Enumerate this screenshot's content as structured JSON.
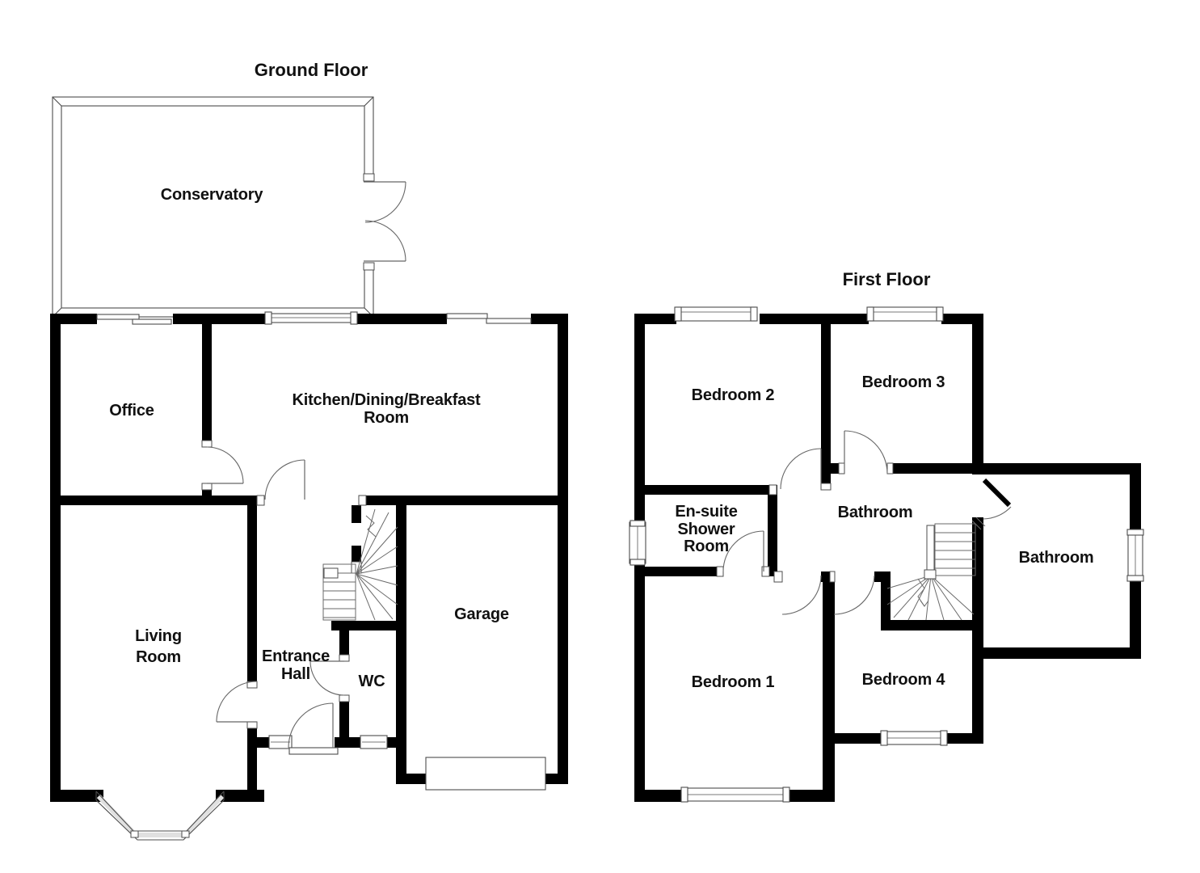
{
  "colors": {
    "wall": "#000000",
    "line": "#4d4d4d",
    "text": "#111111",
    "background": "#ffffff"
  },
  "ground_floor": {
    "title": "Ground Floor",
    "rooms": {
      "conservatory": "Conservatory",
      "office": "Office",
      "kitchen_line1": "Kitchen/Dining/Breakfast",
      "kitchen_line2": "Room",
      "living_line1": "Living",
      "living_line2": "Room",
      "entrance_line1": "Entrance",
      "entrance_line2": "Hall",
      "wc": "WC",
      "garage": "Garage"
    }
  },
  "first_floor": {
    "title": "First Floor",
    "rooms": {
      "bedroom2": "Bedroom 2",
      "bedroom3": "Bedroom 3",
      "ensuite_line1": "En-suite",
      "ensuite_line2": "Shower",
      "ensuite_line3": "Room",
      "bathroom_center": "Bathroom",
      "bathroom_right": "Bathroom",
      "bedroom1": "Bedroom 1",
      "bedroom4": "Bedroom 4"
    }
  }
}
